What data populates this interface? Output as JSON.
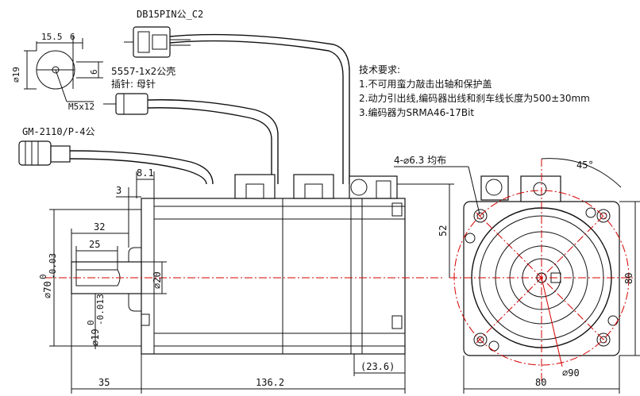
{
  "connectors": {
    "db15_label": "DB15PIN公_C2",
    "power_label": "GM-2110/P-4公",
    "brake_label_line1": "5557-1x2公壳",
    "brake_label_line2": "插针: 母针"
  },
  "tech_requirements": {
    "title": "技术要求:",
    "item1": "1.不可用蛮力敲击出轴和保护盖",
    "item2": "2.动力引出线,编码器出线和刹车线长度为500±30mm",
    "item3": "3.编码器为SRMA46-17Bit"
  },
  "small_view": {
    "dim_width": "15.5",
    "dim_key": "6",
    "dim_dia": "⌀19",
    "dim_key_h": "6",
    "thread": "M5x12"
  },
  "side_view": {
    "dim_8_1": "8.1",
    "dim_3": "3",
    "dim_32": "32",
    "dim_25": "25",
    "dim_20": "⌀20",
    "dim_70": "⌀70",
    "dim_70_tol_top": "0",
    "dim_70_tol_bot": "-0.03",
    "dim_19": "⌀19",
    "dim_19_tol_top": "0",
    "dim_19_tol_bot": "-0.013",
    "dim_35": "35",
    "dim_136_2": "136.2",
    "dim_23_6": "(23.6)",
    "dim_52": "52"
  },
  "front_view": {
    "holes_label": "4-⌀6.3 均布",
    "angle": "45°",
    "dim_80_right": "80",
    "dim_80_bottom": "80",
    "dim_90": "⌀90"
  }
}
